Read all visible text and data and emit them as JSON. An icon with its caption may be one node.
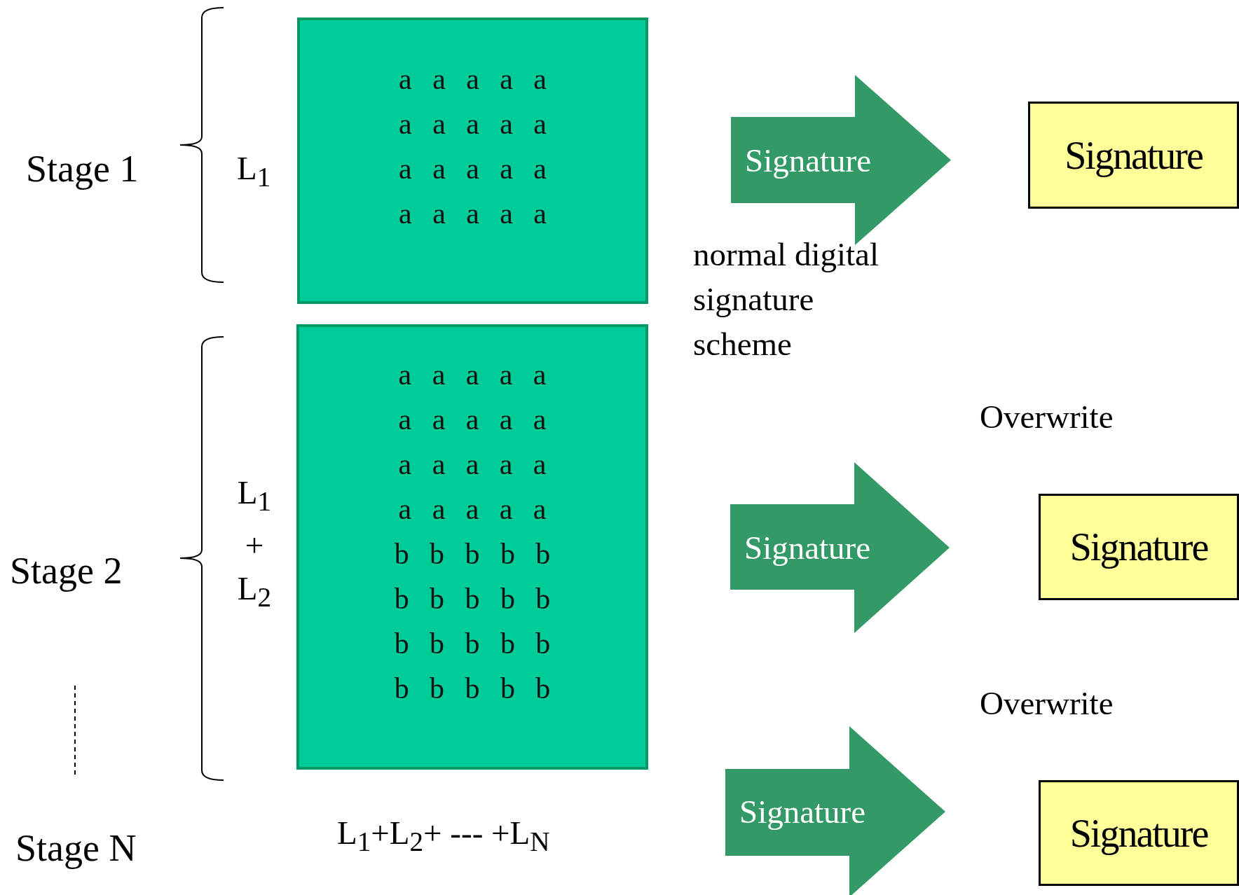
{
  "diagram": {
    "nodes": [
      {
        "text": [
          "a a a a a a a a a a a a a a a a a a a a"
        ]
      },
      {
        "text": [
          "Signature"
        ]
      },
      {
        "text": [
          "Signature"
        ]
      },
      {
        "text": [
          "a a a a a a a a a a a a a a a a a a a a b b b b b b b b b b b b b b b b b b b b"
        ]
      },
      {
        "text": [
          "Signature"
        ]
      },
      {
        "text": [
          "Signature"
        ]
      },
      {
        "text": [
          "Signature"
        ]
      },
      {
        "text": [
          "Signature"
        ]
      }
    ],
    "labels": [
      "Stage 1",
      "L$_{1}$",
      "normal digital signature scheme",
      "Overwrite",
      "Stage 2",
      "L$_{1}$ + L$_{2}$",
      "Overwrite",
      "Stage N",
      "L$_{1}$+L$_{2}$+ --- +L$_{N}$"
    ]
  }
}
